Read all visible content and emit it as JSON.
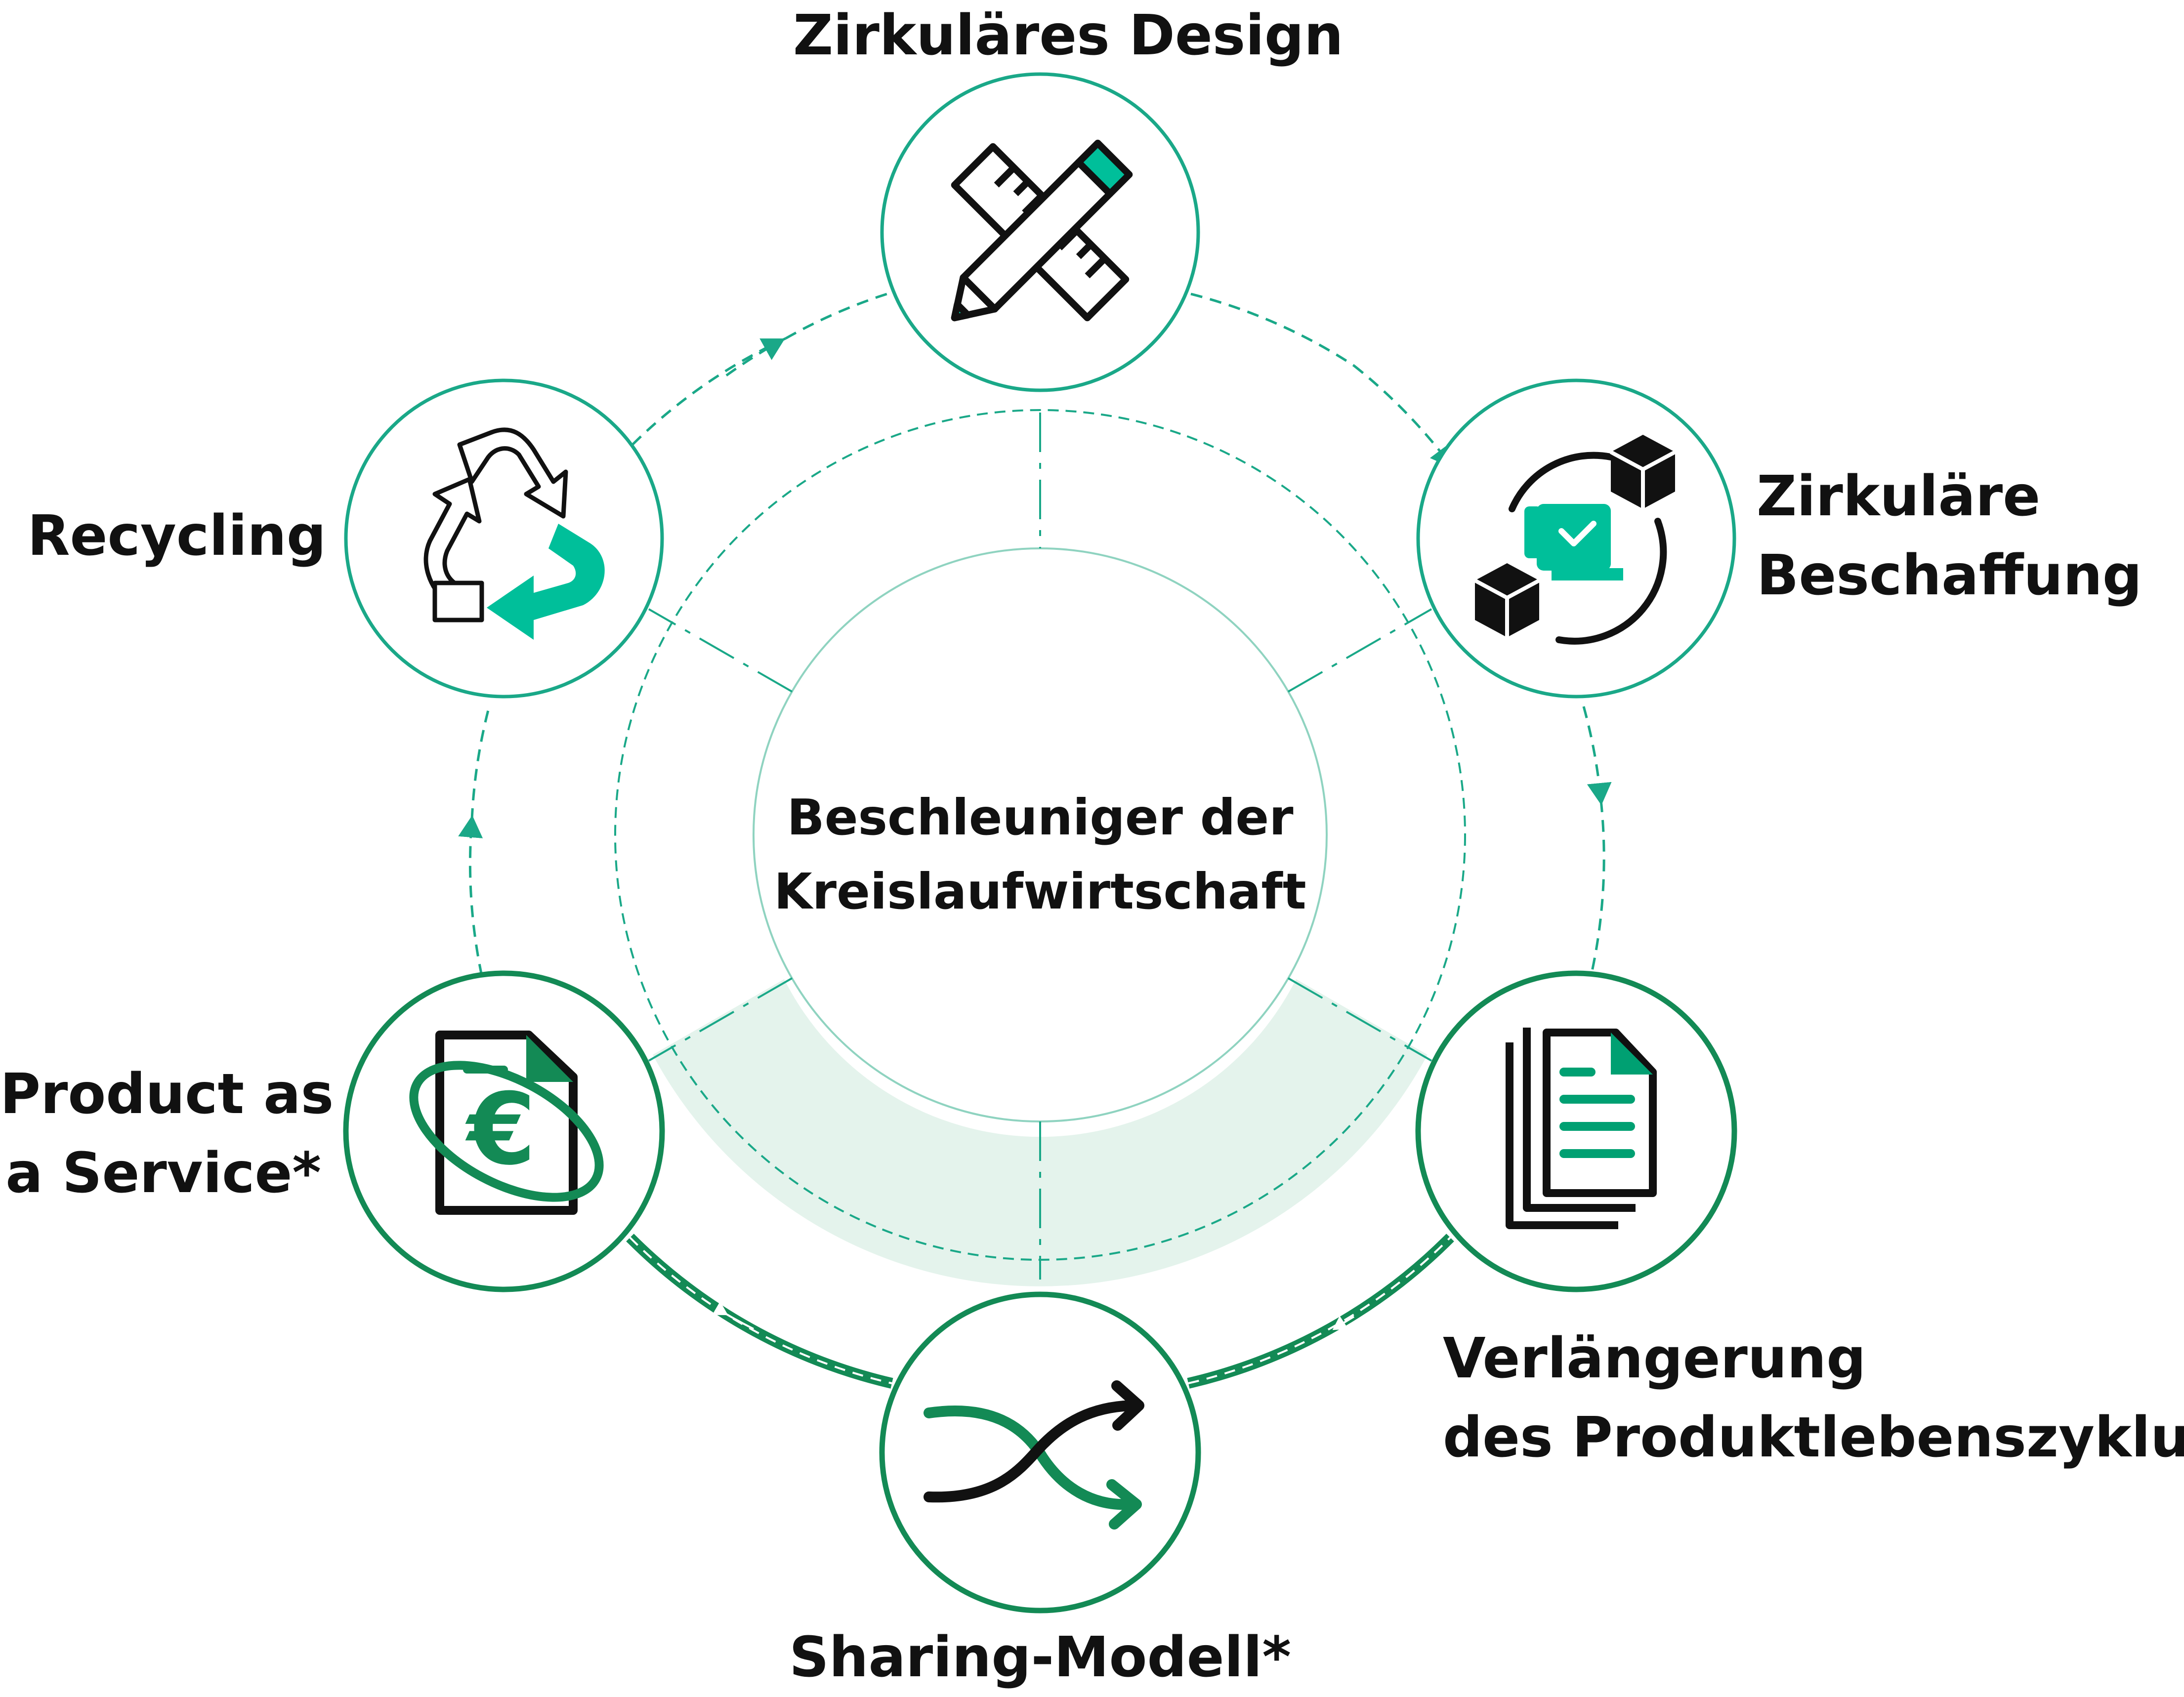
{
  "colors": {
    "teal": "#1aa888",
    "dark_green": "#138a55",
    "highlight_fill": "#e4f3ec",
    "icon_black": "#111111",
    "icon_teal_fill": "#00bf9a",
    "text": "#111111"
  },
  "center": {
    "line1": "Beschleuniger der",
    "line2": "Kreislaufwirtschaft"
  },
  "nodes": [
    {
      "id": "zirkulaeres-design",
      "line1": "Zirkuläres Design",
      "icon": "pencil-ruler-icon",
      "highlighted": false
    },
    {
      "id": "zirkulaere-beschaffung",
      "line1": "Zirkuläre",
      "line2": "Beschaffung",
      "icon": "procurement-boxes-icon",
      "highlighted": false
    },
    {
      "id": "verlaengerung",
      "line1": "Verlängerung",
      "line2": "des Produktlebenszyklus*",
      "icon": "documents-icon",
      "highlighted": true
    },
    {
      "id": "sharing-modell",
      "line1": "Sharing-Modell*",
      "icon": "crossing-arrows-icon",
      "highlighted": true
    },
    {
      "id": "product-as-a-service",
      "line1": "Product as",
      "line2": "a Service*",
      "icon": "euro-document-icon",
      "highlighted": true
    },
    {
      "id": "recycling",
      "line1": "Recycling",
      "icon": "recycling-icon",
      "highlighted": false
    }
  ],
  "cycle_direction": "clockwise"
}
